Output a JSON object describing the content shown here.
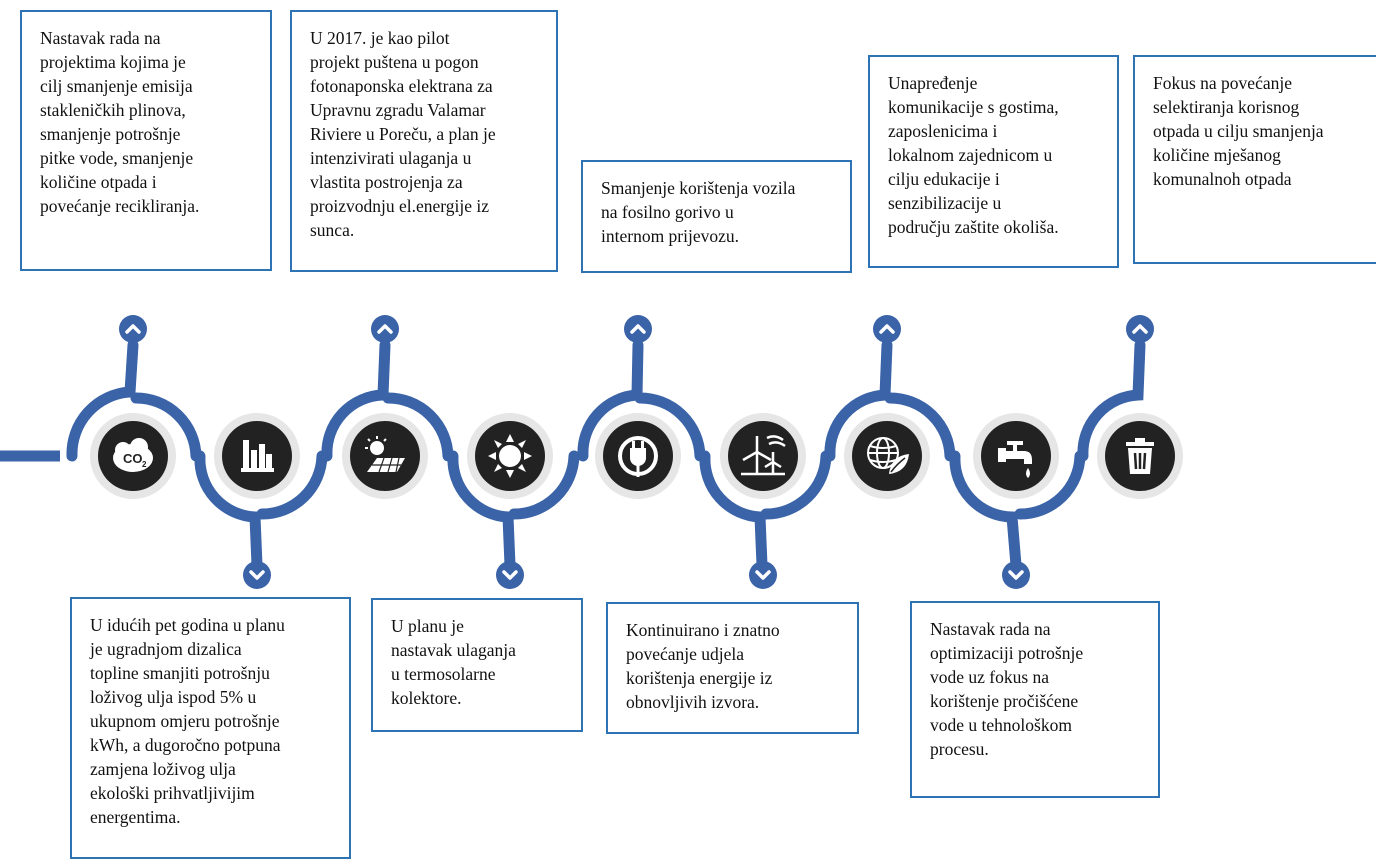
{
  "colors": {
    "accent": "#2e74b5",
    "arc": "#3a63a8",
    "icon_bg": "#222222",
    "icon_ring": "#d9d9d9"
  },
  "top_boxes": [
    {
      "text": "Nastavak rada na\nprojektima kojima je\ncilj smanjenje emisija\nstakleničkih plinova,\nsmanjenje potrošnje\npitke vode, smanjenje\nkoličine otpada i\npovećanje recikliranja."
    },
    {
      "text": "U 2017. je kao pilot\nprojekt puštena u pogon\nfotonaponska elektrana za\nUpravnu zgradu Valamar\nRiviere u Poreču, a plan je\nintenzivirati ulaganja u\nvlastita postrojenja za\nproizvodnju el.energije iz\nsunca."
    },
    {
      "text": "Smanjenje korištenja vozila\nna fosilno gorivo u\ninternom prijevozu."
    },
    {
      "text": "Unapređenje\nkomunikacije s gostima,\nzaposlenicima i\nlokalnom zajednicom u\ncilju edukacije i\nsenzibilizacije u\npodručju zaštite okoliša."
    },
    {
      "text": "Fokus na povećanje\nselektiranja korisnog\notpada u cilju smanjenja\nkoličine mješanog\nkomunalnoh otpada"
    }
  ],
  "bottom_boxes": [
    {
      "text": "U idućih pet godina u planu\nje ugradnjom dizalica\ntopline smanjiti potrošnju\nloživog ulja ispod 5%  u\nukupnom omjeru potrošnje\nkWh, a dugoročno potpuna\nzamjena loživog ulja\nekološki prihvatljivijim\nenergentima."
    },
    {
      "text": "U planu je\nnastavak ulaganja\nu termosolarne\nkolektore."
    },
    {
      "text": "Kontinuirano i znatno\npovećanje udjela\nkorištenja energije iz\nobnovljivih izvora."
    },
    {
      "text": "Nastavak rada na\noptimizaciji potrošnje\nvode uz fokus na\nkorištenje  pročišćene\nvode u tehnološkom\nprocesu."
    }
  ],
  "icons": [
    {
      "name": "co2-icon",
      "label": "CO",
      "sub": "2"
    },
    {
      "name": "factory-icon"
    },
    {
      "name": "solar-panel-icon"
    },
    {
      "name": "sun-icon"
    },
    {
      "name": "plug-icon"
    },
    {
      "name": "wind-turbine-icon"
    },
    {
      "name": "globe-leaf-icon"
    },
    {
      "name": "water-tap-icon"
    },
    {
      "name": "trash-bin-icon"
    }
  ]
}
